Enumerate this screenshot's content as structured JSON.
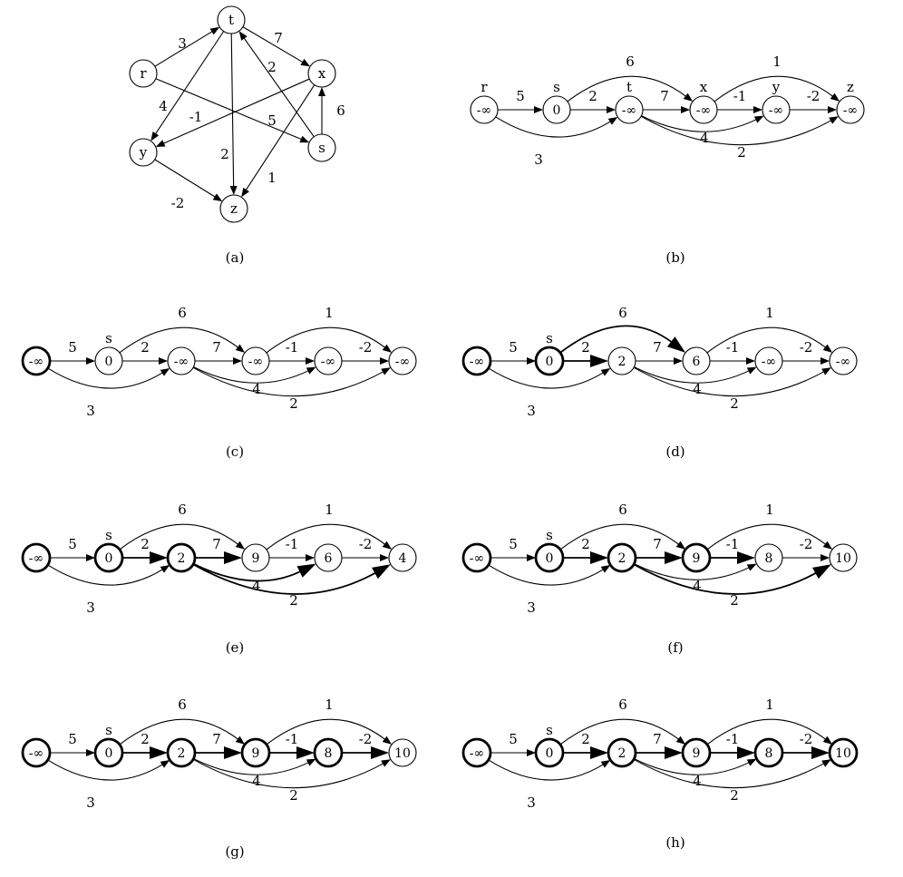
{
  "graph_a": {
    "caption": "(a)",
    "vertices": [
      {
        "id": "r",
        "label": "r"
      },
      {
        "id": "t",
        "label": "t"
      },
      {
        "id": "x",
        "label": "x"
      },
      {
        "id": "y",
        "label": "y"
      },
      {
        "id": "s",
        "label": "s"
      },
      {
        "id": "z",
        "label": "z"
      }
    ],
    "edges": [
      {
        "from": "r",
        "to": "t",
        "w": "3"
      },
      {
        "from": "r",
        "to": "s",
        "w": "5"
      },
      {
        "from": "t",
        "to": "x",
        "w": "7"
      },
      {
        "from": "t",
        "to": "y",
        "w": "4"
      },
      {
        "from": "t",
        "to": "z",
        "w": "2"
      },
      {
        "from": "s",
        "to": "t",
        "w": "2"
      },
      {
        "from": "s",
        "to": "x",
        "w": "6"
      },
      {
        "from": "x",
        "to": "y",
        "w": "-1"
      },
      {
        "from": "x",
        "to": "z",
        "w": "1"
      },
      {
        "from": "y",
        "to": "z",
        "w": "-2"
      }
    ]
  },
  "dag_vertex_names": [
    "r",
    "s",
    "t",
    "x",
    "y",
    "z"
  ],
  "dag_edges": [
    {
      "from": "r",
      "to": "s",
      "w": "5"
    },
    {
      "from": "r",
      "to": "t",
      "w": "3"
    },
    {
      "from": "s",
      "to": "t",
      "w": "2"
    },
    {
      "from": "s",
      "to": "x",
      "w": "6"
    },
    {
      "from": "t",
      "to": "x",
      "w": "7"
    },
    {
      "from": "t",
      "to": "y",
      "w": "4"
    },
    {
      "from": "t",
      "to": "z",
      "w": "2"
    },
    {
      "from": "x",
      "to": "y",
      "w": "-1"
    },
    {
      "from": "x",
      "to": "z",
      "w": "1"
    },
    {
      "from": "y",
      "to": "z",
      "w": "-2"
    }
  ],
  "panels": [
    {
      "caption": "(b)",
      "show_names": "all",
      "values": [
        "-∞",
        "0",
        "-∞",
        "-∞",
        "-∞",
        "-∞"
      ],
      "done": [],
      "tree": []
    },
    {
      "caption": "(c)",
      "show_names": "s",
      "values": [
        "-∞",
        "0",
        "-∞",
        "-∞",
        "-∞",
        "-∞"
      ],
      "done": [
        "r"
      ],
      "tree": []
    },
    {
      "caption": "(d)",
      "show_names": "s",
      "values": [
        "-∞",
        "0",
        "2",
        "6",
        "-∞",
        "-∞"
      ],
      "done": [
        "r",
        "s"
      ],
      "tree": [
        "s-t",
        "s-x"
      ]
    },
    {
      "caption": "(e)",
      "show_names": "s",
      "values": [
        "-∞",
        "0",
        "2",
        "9",
        "6",
        "4"
      ],
      "done": [
        "r",
        "s",
        "t"
      ],
      "tree": [
        "s-t",
        "t-x",
        "t-y",
        "t-z"
      ]
    },
    {
      "caption": "(f)",
      "show_names": "s",
      "values": [
        "-∞",
        "0",
        "2",
        "9",
        "8",
        "10"
      ],
      "done": [
        "r",
        "s",
        "t",
        "x"
      ],
      "tree": [
        "s-t",
        "t-x",
        "x-y",
        "t-z"
      ]
    },
    {
      "caption": "(g)",
      "show_names": "s",
      "values": [
        "-∞",
        "0",
        "2",
        "9",
        "8",
        "10"
      ],
      "done": [
        "r",
        "s",
        "t",
        "x",
        "y"
      ],
      "tree": [
        "s-t",
        "t-x",
        "x-y",
        "y-z"
      ]
    },
    {
      "caption": "(h)",
      "show_names": "s",
      "values": [
        "-∞",
        "0",
        "2",
        "9",
        "8",
        "10"
      ],
      "done": [
        "r",
        "s",
        "t",
        "x",
        "y",
        "z"
      ],
      "tree": [
        "s-t",
        "t-x",
        "x-y",
        "y-z"
      ]
    }
  ]
}
